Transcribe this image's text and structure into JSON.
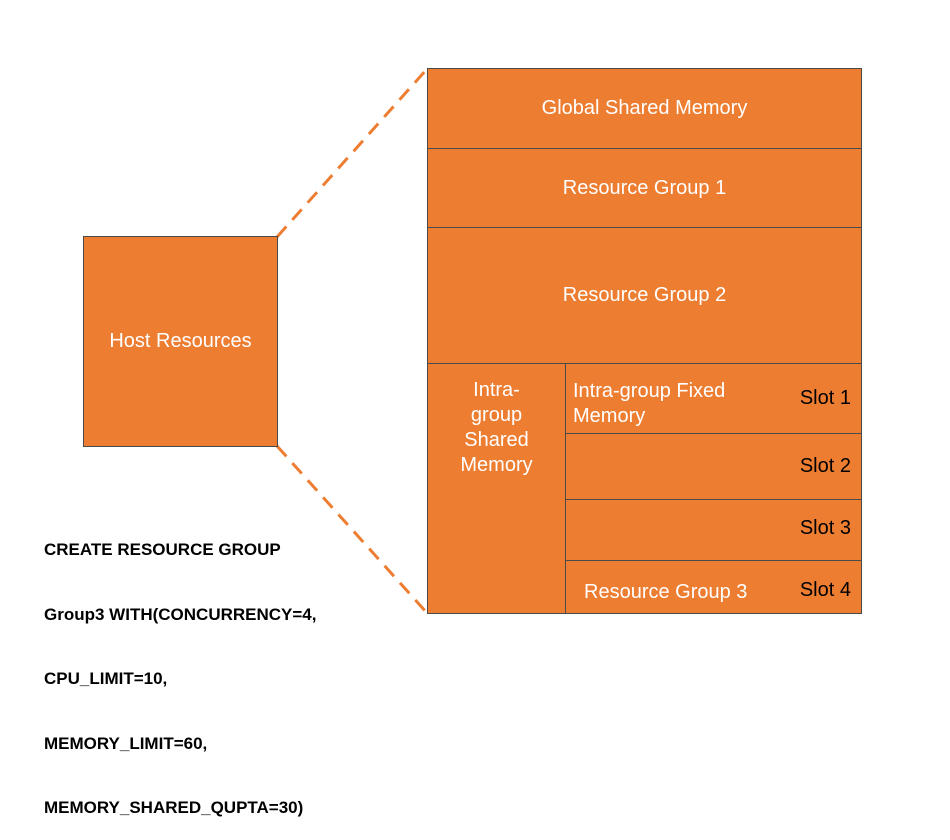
{
  "diagram": {
    "host_resources": "Host Resources",
    "global_shared_memory": "Global Shared Memory",
    "resource_group_1": "Resource Group 1",
    "resource_group_2": "Resource Group 2",
    "intra_group_shared_memory": {
      "line1": "Intra-",
      "line2": "group",
      "line3": "Shared",
      "line4": "Memory"
    },
    "intra_group_fixed_memory": {
      "line1": "Intra-group Fixed",
      "line2": "Memory"
    },
    "slots": [
      "Slot 1",
      "Slot 2",
      "Slot 3",
      "Slot 4"
    ],
    "resource_group_3": "Resource Group 3",
    "sql": [
      "CREATE RESOURCE GROUP",
      "Group3 WITH(CONCURRENCY=4,",
      "CPU_LIMIT=10,",
      "MEMORY_LIMIT=60,",
      "MEMORY_SHARED_QUPTA=30)"
    ]
  },
  "colors": {
    "box_fill": "#ed7d31",
    "border": "#4a4a4a",
    "box_text": "#ffffff",
    "slot_text": "#000000",
    "connector": "#ed7d31"
  }
}
